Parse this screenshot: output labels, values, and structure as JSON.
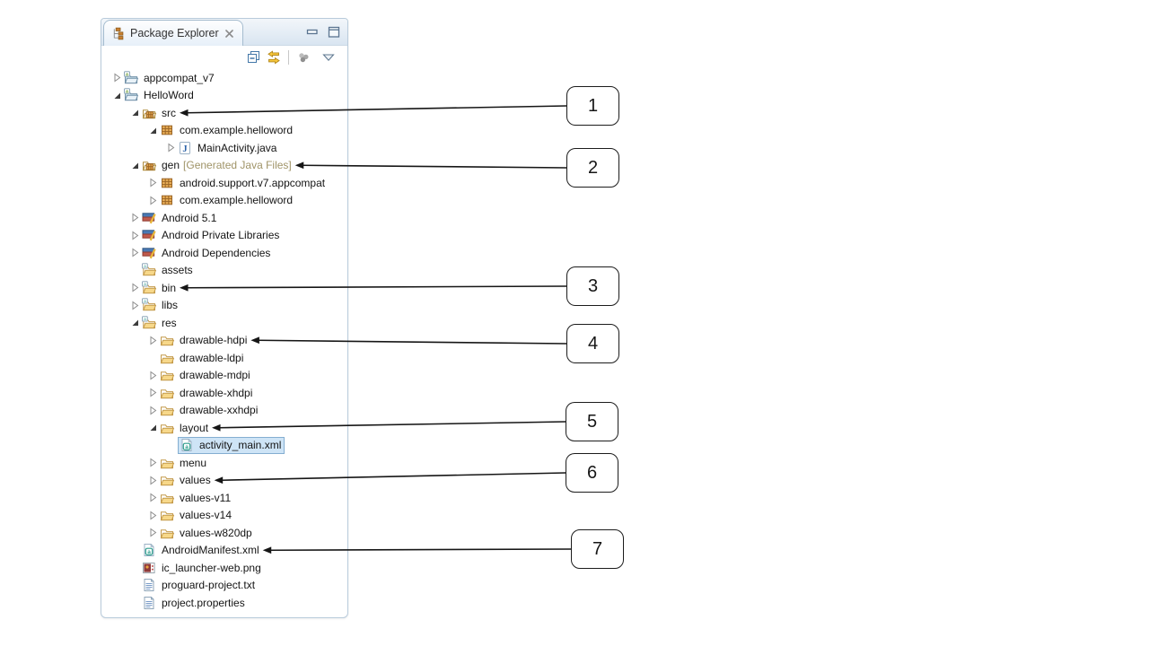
{
  "panel": {
    "tab_title": "Package Explorer",
    "tab_icon": "package-explorer-icon",
    "close_icon": "close-icon",
    "window_buttons": [
      "minimize",
      "maximize"
    ]
  },
  "toolbar": {
    "buttons": [
      "collapse-all",
      "link-with-editor",
      "focus-on-active-task",
      "view-menu"
    ]
  },
  "colors": {
    "selection_bg": "#cee4f6",
    "selection_border": "#84aed1",
    "gen_suffix": "#a09468",
    "callout_border": "#1c1c1c",
    "panel_border": "#b9cbdb"
  },
  "tree": {
    "items": [
      {
        "id": "appcompat_v7",
        "label": "appcompat_v7",
        "level": 0,
        "twistie": "collapsed",
        "icon": "android-project"
      },
      {
        "id": "helloword",
        "label": "HelloWord",
        "level": 0,
        "twistie": "expanded",
        "icon": "android-project"
      },
      {
        "id": "src",
        "label": "src",
        "level": 1,
        "twistie": "expanded",
        "icon": "source-folder"
      },
      {
        "id": "com-example-helloword-src",
        "label": "com.example.helloword",
        "level": 2,
        "twistie": "expanded",
        "icon": "package"
      },
      {
        "id": "mainactivity-java",
        "label": "MainActivity.java",
        "level": 3,
        "twistie": "collapsed",
        "icon": "java-file"
      },
      {
        "id": "gen",
        "label": "gen",
        "suffix": "[Generated Java Files]",
        "level": 1,
        "twistie": "expanded",
        "icon": "source-folder"
      },
      {
        "id": "android-support-v7-appcompat",
        "label": "android.support.v7.appcompat",
        "level": 2,
        "twistie": "collapsed",
        "icon": "package"
      },
      {
        "id": "com-example-helloword-gen",
        "label": "com.example.helloword",
        "level": 2,
        "twistie": "collapsed",
        "icon": "package"
      },
      {
        "id": "android-5-1",
        "label": "Android 5.1",
        "level": 1,
        "twistie": "collapsed",
        "icon": "library"
      },
      {
        "id": "android-private-libraries",
        "label": "Android Private Libraries",
        "level": 1,
        "twistie": "collapsed",
        "icon": "library"
      },
      {
        "id": "android-dependencies",
        "label": "Android Dependencies",
        "level": 1,
        "twistie": "collapsed",
        "icon": "library"
      },
      {
        "id": "assets",
        "label": "assets",
        "level": 1,
        "twistie": "none",
        "icon": "folder-dec"
      },
      {
        "id": "bin",
        "label": "bin",
        "level": 1,
        "twistie": "collapsed",
        "icon": "folder-dec"
      },
      {
        "id": "libs",
        "label": "libs",
        "level": 1,
        "twistie": "collapsed",
        "icon": "folder-dec"
      },
      {
        "id": "res",
        "label": "res",
        "level": 1,
        "twistie": "expanded",
        "icon": "folder-dec"
      },
      {
        "id": "drawable-hdpi",
        "label": "drawable-hdpi",
        "level": 2,
        "twistie": "collapsed",
        "icon": "folder"
      },
      {
        "id": "drawable-ldpi",
        "label": "drawable-ldpi",
        "level": 2,
        "twistie": "none",
        "icon": "folder"
      },
      {
        "id": "drawable-mdpi",
        "label": "drawable-mdpi",
        "level": 2,
        "twistie": "collapsed",
        "icon": "folder"
      },
      {
        "id": "drawable-xhdpi",
        "label": "drawable-xhdpi",
        "level": 2,
        "twistie": "collapsed",
        "icon": "folder"
      },
      {
        "id": "drawable-xxhdpi",
        "label": "drawable-xxhdpi",
        "level": 2,
        "twistie": "collapsed",
        "icon": "folder"
      },
      {
        "id": "layout",
        "label": "layout",
        "level": 2,
        "twistie": "expanded",
        "icon": "folder"
      },
      {
        "id": "activity-main-xml",
        "label": "activity_main.xml",
        "level": 3,
        "twistie": "none",
        "icon": "xml-file",
        "selected": true
      },
      {
        "id": "menu",
        "label": "menu",
        "level": 2,
        "twistie": "collapsed",
        "icon": "folder"
      },
      {
        "id": "values",
        "label": "values",
        "level": 2,
        "twistie": "collapsed",
        "icon": "folder"
      },
      {
        "id": "values-v11",
        "label": "values-v11",
        "level": 2,
        "twistie": "collapsed",
        "icon": "folder"
      },
      {
        "id": "values-v14",
        "label": "values-v14",
        "level": 2,
        "twistie": "collapsed",
        "icon": "folder"
      },
      {
        "id": "values-w820dp",
        "label": "values-w820dp",
        "level": 2,
        "twistie": "collapsed",
        "icon": "folder"
      },
      {
        "id": "androidmanifest-xml",
        "label": "AndroidManifest.xml",
        "level": 1,
        "twistie": "none",
        "icon": "xml-file"
      },
      {
        "id": "ic-launcher-web-png",
        "label": "ic_launcher-web.png",
        "level": 1,
        "twistie": "none",
        "icon": "image-file"
      },
      {
        "id": "proguard-project-txt",
        "label": "proguard-project.txt",
        "level": 1,
        "twistie": "none",
        "icon": "text-file"
      },
      {
        "id": "project-properties",
        "label": "project.properties",
        "level": 1,
        "twistie": "none",
        "icon": "text-file"
      }
    ]
  },
  "callouts": [
    {
      "number": "1",
      "target": "src"
    },
    {
      "number": "2",
      "target": "gen"
    },
    {
      "number": "3",
      "target": "bin"
    },
    {
      "number": "4",
      "target": "drawable-hdpi"
    },
    {
      "number": "5",
      "target": "layout"
    },
    {
      "number": "6",
      "target": "values"
    },
    {
      "number": "7",
      "target": "androidmanifest-xml"
    }
  ]
}
